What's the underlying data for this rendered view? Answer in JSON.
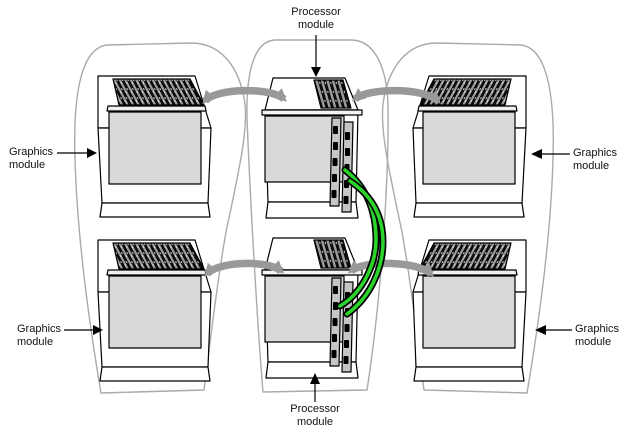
{
  "diagram": {
    "labels": {
      "processor_top": {
        "line1": "Processor",
        "line2": "module"
      },
      "processor_bottom": {
        "line1": "Processor",
        "line2": "module"
      },
      "graphics_left_top": {
        "line1": "Graphics",
        "line2": "module"
      },
      "graphics_left_bottom": {
        "line1": "Graphics",
        "line2": "module"
      },
      "graphics_right_top": {
        "line1": "Graphics",
        "line2": "module"
      },
      "graphics_right_bottom": {
        "line1": "Graphics",
        "line2": "module"
      }
    },
    "colors": {
      "module_panel_gray": "#d9d9d9",
      "rack_outline_gray": "#aaaaaa",
      "link_arrow_gray": "#999999",
      "cable_green": "#2bd42b",
      "line_black": "#000000",
      "background": "#ffffff"
    },
    "components": {
      "racks": [
        "left-rack",
        "center-rack",
        "right-rack"
      ],
      "modules": [
        "graphics-module-left-top",
        "graphics-module-left-bottom",
        "processor-module-top",
        "processor-module-bottom",
        "graphics-module-right-top",
        "graphics-module-right-bottom"
      ],
      "interconnects": [
        "rack-link-arrow-top-left",
        "rack-link-arrow-top-right",
        "rack-link-arrow-mid-left",
        "rack-link-arrow-mid-right",
        "processor-cable-1",
        "processor-cable-2"
      ]
    }
  }
}
